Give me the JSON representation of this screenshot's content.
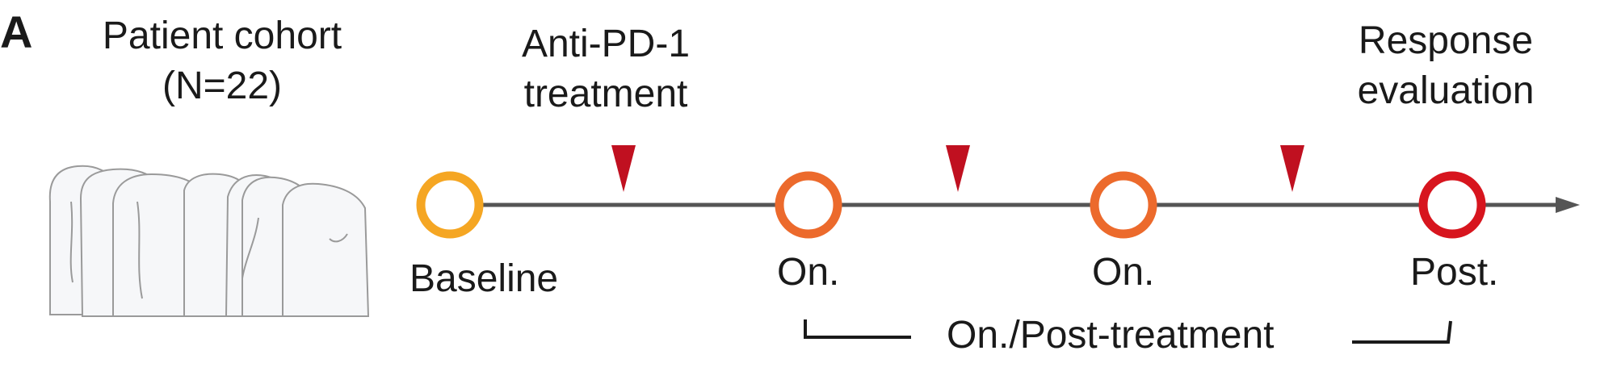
{
  "panel_label": "A",
  "cohort": {
    "line1": "Patient cohort",
    "line2": "(N=22)"
  },
  "treatment": {
    "line1": "Anti-PD-1",
    "line2": "treatment"
  },
  "response": {
    "line1": "Response",
    "line2": "evaluation"
  },
  "timepoints": [
    {
      "label": "Baseline",
      "color": "#f5a623"
    },
    {
      "label": "On.",
      "color": "#ec6a2c"
    },
    {
      "label": "On.",
      "color": "#ec6a2c"
    },
    {
      "label": "Post.",
      "color": "#d7151e"
    }
  ],
  "bracket_label": "On./Post-treatment",
  "colors": {
    "axis": "#555555",
    "treatment_marker": "#c01020",
    "silhouette": "#9a9a9a"
  }
}
